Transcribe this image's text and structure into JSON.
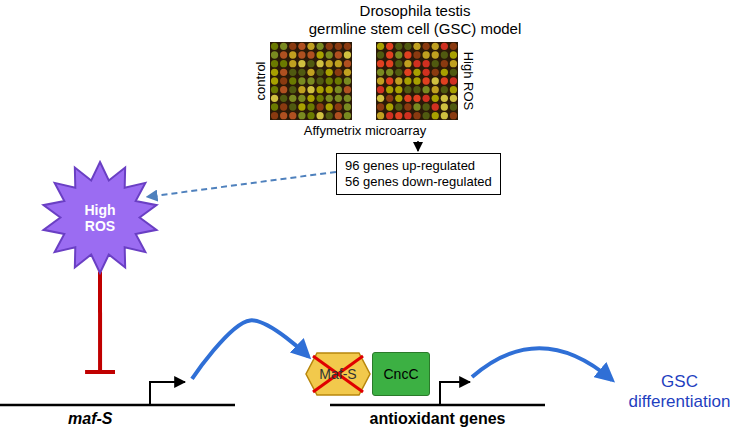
{
  "diagram": {
    "nodes": [
      {
        "text": [
          "control"
        ]
      },
      {
        "text": [
          "High ROS"
        ]
      },
      {
        "text": [
          "96 genes up-regulated",
          "56 genes down-regulated"
        ]
      },
      {
        "text": [
          "High ROS"
        ]
      },
      {
        "text": [
          "maf-S"
        ]
      },
      {
        "text": [
          "Maf-S"
        ]
      },
      {
        "text": [
          "CncC"
        ]
      },
      {
        "text": [
          "antioxidant genes"
        ]
      }
    ],
    "edges": [
      {
        "from": 2,
        "to": 3,
        "arrow": "to"
      },
      {
        "from": 3,
        "to": 4,
        "arrow": "to"
      },
      {
        "from": 4,
        "to": 5,
        "arrow": "to"
      }
    ],
    "labels": [
      "Drosophila testis",
      "germline stem cell (GSC) model",
      "Affymetrix microarray",
      "GSC differentiation"
    ]
  }
}
